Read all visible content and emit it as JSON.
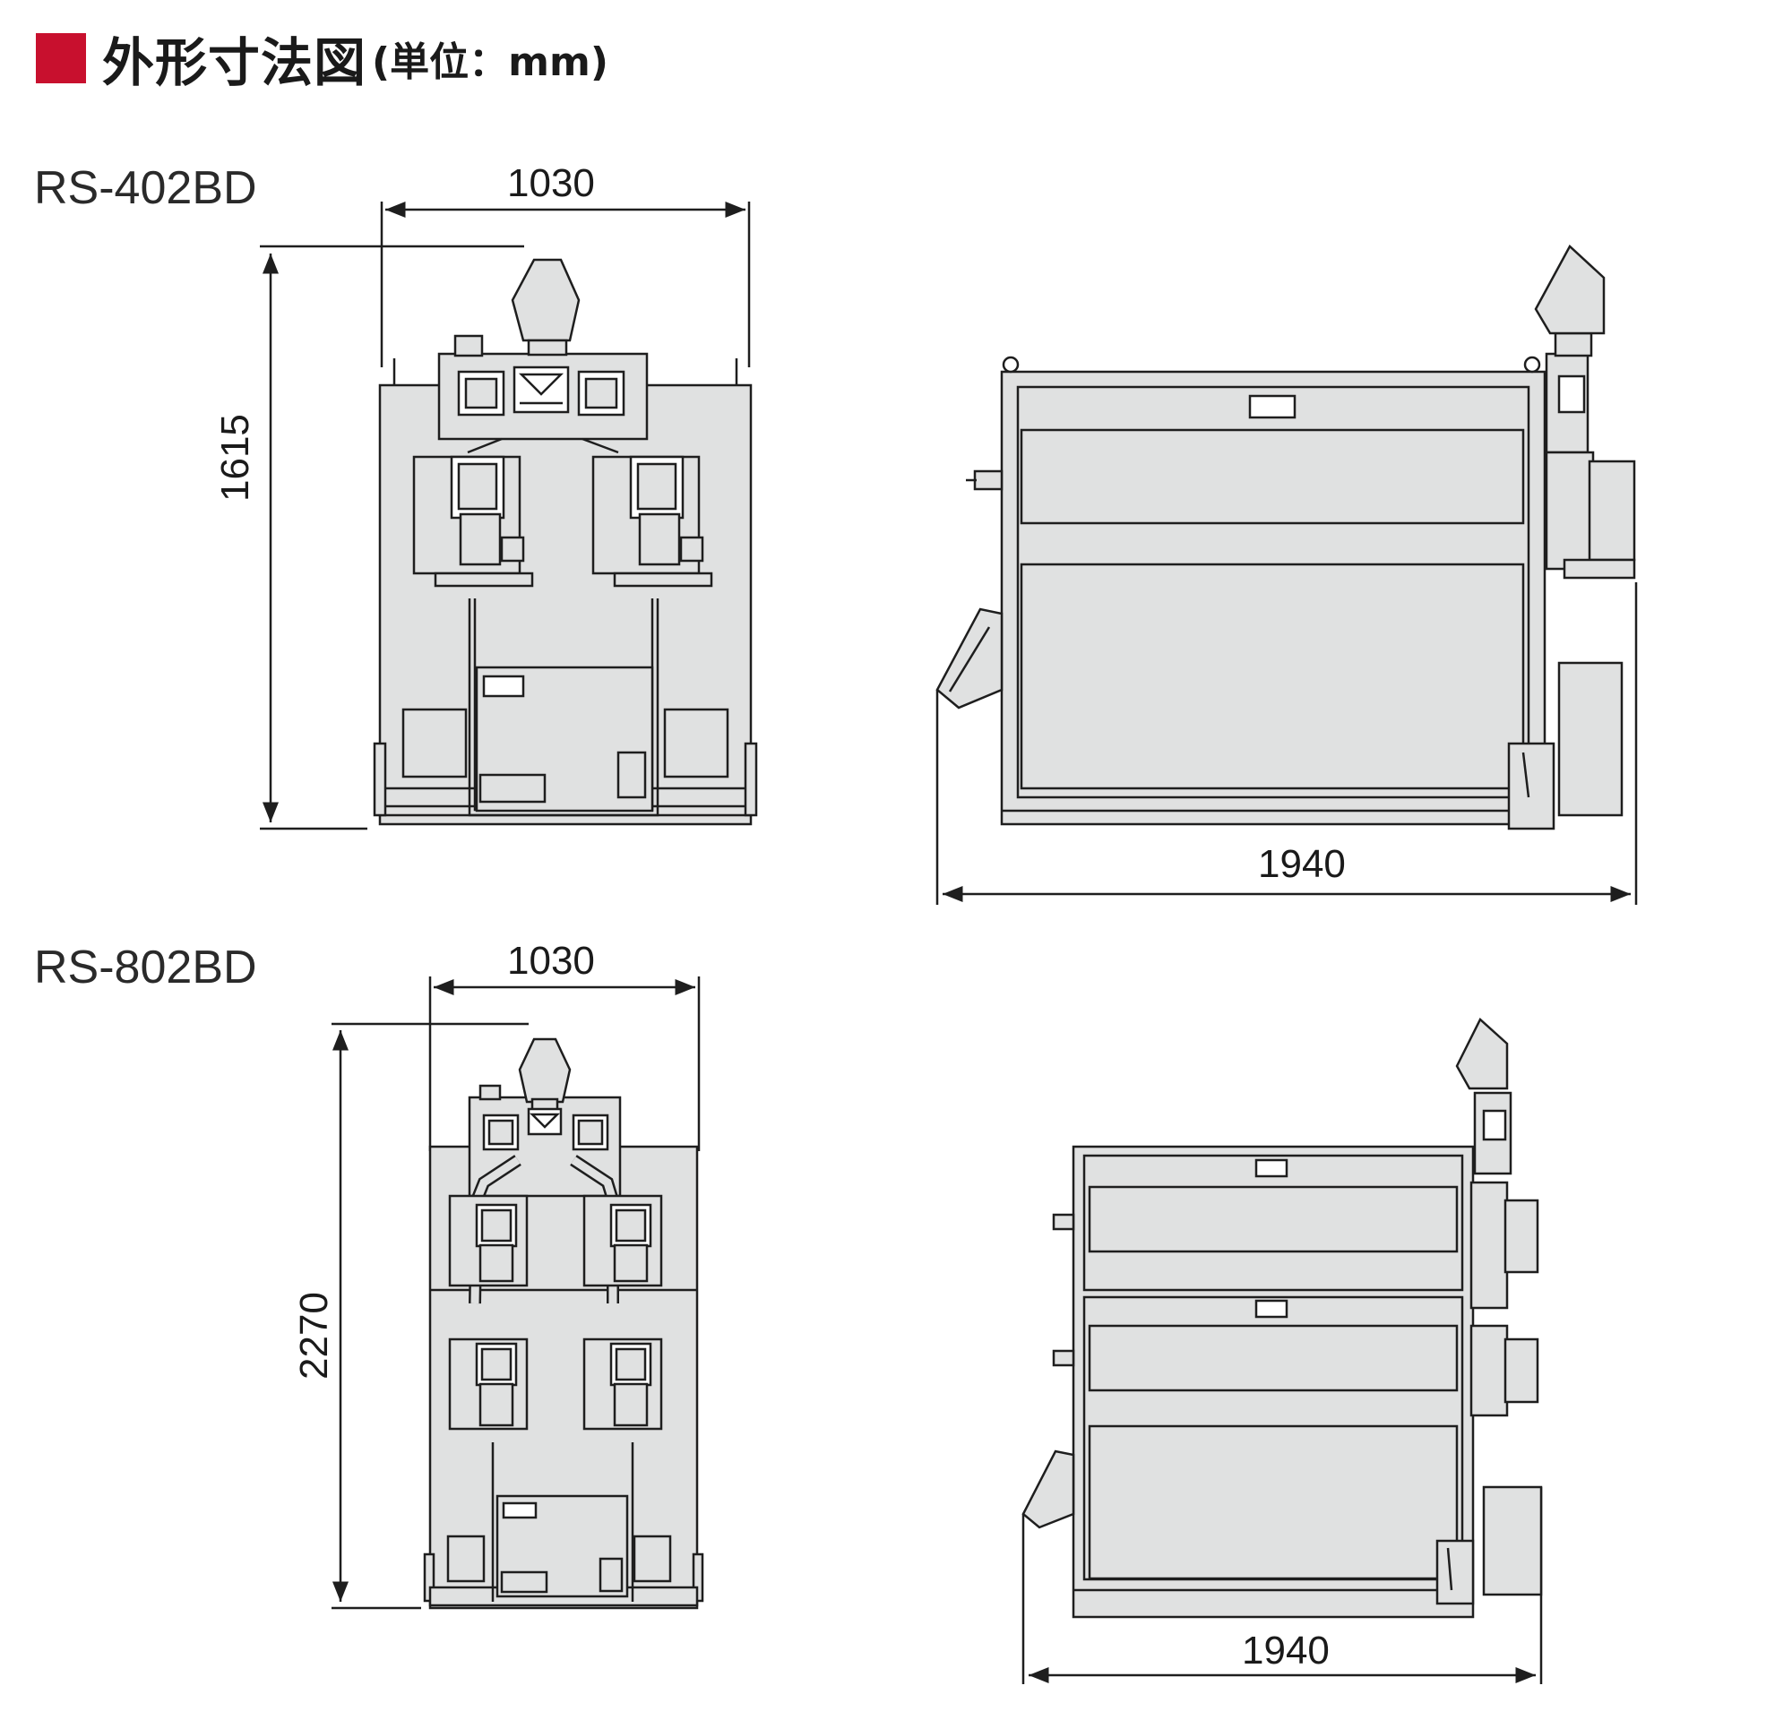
{
  "title": {
    "main": "外形寸法図",
    "unit": "(単位：mm)"
  },
  "colors": {
    "accent": "#c8102e",
    "panel": "#e0e1e1",
    "line": "#1e1e1e"
  },
  "models": [
    {
      "name": "RS-402BD",
      "width": "1030",
      "height": "1615",
      "depth": "1940"
    },
    {
      "name": "RS-802BD",
      "width": "1030",
      "height": "2270",
      "depth": "1940"
    }
  ]
}
